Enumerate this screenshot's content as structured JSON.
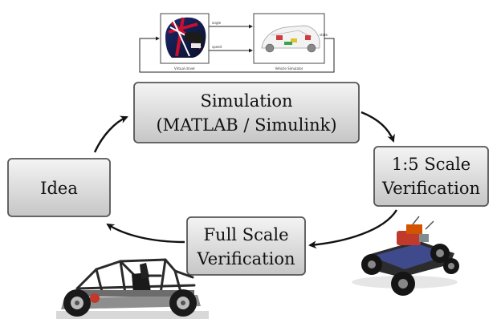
{
  "stages": {
    "idea": "Idea",
    "simulation_line1": "Simulation",
    "simulation_line2": "(MATLAB / Simulink)",
    "scale_line1": "1:5 Scale",
    "scale_line2": "Verification",
    "full_line1": "Full Scale",
    "full_line2": "Verification"
  },
  "simulink": {
    "left_block_label": "Virtual driver",
    "right_block_label": "Vehicle Simulator",
    "signal_top": "angle",
    "signal_bottom": "speed",
    "output_label": "state"
  },
  "colors": {
    "box_fill_top": "#f2f2f2",
    "box_fill_bottom": "#c8c8c8",
    "box_stroke": "#555555",
    "arrow": "#111111"
  }
}
